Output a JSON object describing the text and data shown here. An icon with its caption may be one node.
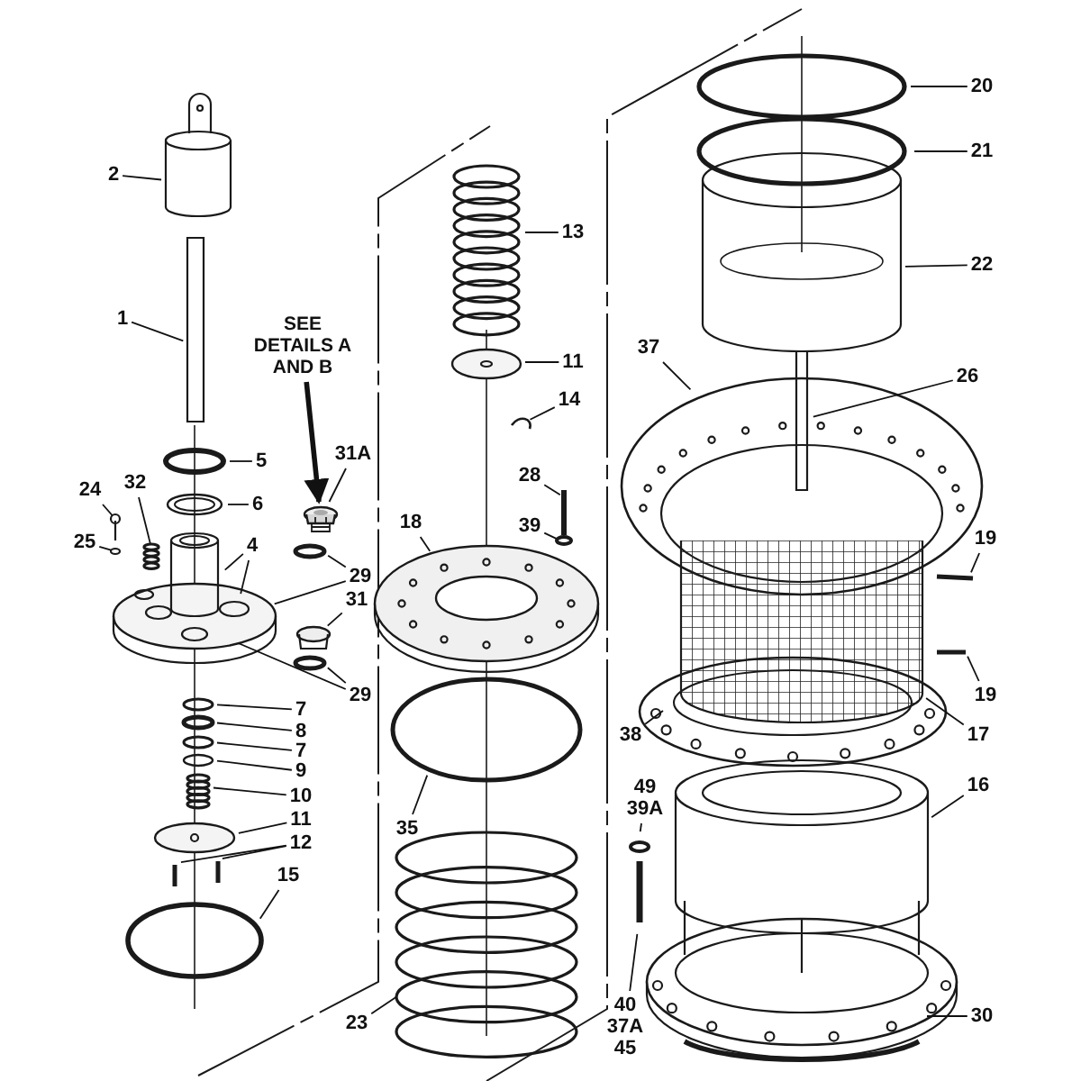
{
  "diagram": {
    "nodes": [
      {
        "text": [
          "20"
        ]
      },
      {
        "text": [
          "21"
        ]
      },
      {
        "text": [
          "2"
        ]
      },
      {
        "text": [
          "13"
        ]
      },
      {
        "text": [
          "22"
        ]
      },
      {
        "text": [
          "1"
        ]
      },
      {
        "text": [
          "SEE DETAILS A AND B"
        ]
      },
      {
        "text": [
          "37"
        ]
      },
      {
        "text": [
          "11"
        ]
      },
      {
        "text": [
          "26"
        ]
      },
      {
        "text": [
          "14"
        ]
      },
      {
        "text": [
          "5"
        ]
      },
      {
        "text": [
          "31A"
        ]
      },
      {
        "text": [
          "28"
        ]
      },
      {
        "text": [
          "24"
        ]
      },
      {
        "text": [
          "32"
        ]
      },
      {
        "text": [
          "6"
        ]
      },
      {
        "text": [
          "18"
        ]
      },
      {
        "text": [
          "39"
        ]
      },
      {
        "text": [
          "19"
        ]
      },
      {
        "text": [
          "25"
        ]
      },
      {
        "text": [
          "4"
        ]
      },
      {
        "text": [
          "29"
        ]
      },
      {
        "text": [
          "31"
        ]
      },
      {
        "text": [
          "29"
        ]
      },
      {
        "text": [
          "19"
        ]
      },
      {
        "text": [
          "7"
        ]
      },
      {
        "text": [
          "8"
        ]
      },
      {
        "text": [
          "38"
        ]
      },
      {
        "text": [
          "17"
        ]
      },
      {
        "text": [
          "7"
        ]
      },
      {
        "text": [
          "9"
        ]
      },
      {
        "text": [
          "16"
        ]
      },
      {
        "text": [
          "49",
          "39A"
        ]
      },
      {
        "text": [
          "10"
        ]
      },
      {
        "text": [
          "11"
        ]
      },
      {
        "text": [
          "35"
        ]
      },
      {
        "text": [
          "12"
        ]
      },
      {
        "text": [
          "15"
        ]
      },
      {
        "text": [
          "40",
          "37A",
          "45"
        ]
      },
      {
        "text": [
          "30"
        ]
      },
      {
        "text": [
          "23"
        ]
      },
      {
        "text": [],
        "shape": "picture"
      }
    ],
    "edges": [
      {
        "from": 0,
        "to": null,
        "arrow": "none"
      },
      {
        "from": 1,
        "to": null,
        "arrow": "none"
      },
      {
        "from": 2,
        "to": null,
        "arrow": "none"
      },
      {
        "from": 3,
        "to": null,
        "arrow": "none"
      },
      {
        "from": 4,
        "to": null,
        "arrow": "none"
      },
      {
        "from": 5,
        "to": null,
        "arrow": "none"
      },
      {
        "from": 6,
        "to": 42,
        "arrow": "to",
        "style": "thick"
      },
      {
        "from": 7,
        "to": null,
        "arrow": "none"
      },
      {
        "from": 8,
        "to": null,
        "arrow": "none"
      },
      {
        "from": 9,
        "to": null,
        "arrow": "none"
      },
      {
        "from": 10,
        "to": null,
        "arrow": "none"
      },
      {
        "from": 11,
        "to": null,
        "arrow": "none"
      },
      {
        "from": 12,
        "to": 42,
        "arrow": "none"
      },
      {
        "from": 13,
        "to": null,
        "arrow": "none"
      },
      {
        "from": 14,
        "to": null,
        "arrow": "none"
      },
      {
        "from": 15,
        "to": null,
        "arrow": "none"
      },
      {
        "from": 16,
        "to": null,
        "arrow": "none"
      },
      {
        "from": 17,
        "to": null,
        "arrow": "none"
      },
      {
        "from": 18,
        "to": null,
        "arrow": "none"
      },
      {
        "from": 19,
        "to": null,
        "arrow": "none"
      },
      {
        "from": 20,
        "to": null,
        "arrow": "none"
      },
      {
        "from": 21,
        "to": null,
        "arrow": "none"
      },
      {
        "from": 21,
        "to": null,
        "arrow": "none"
      },
      {
        "from": 22,
        "to": null,
        "arrow": "none"
      },
      {
        "from": 22,
        "to": null,
        "arrow": "none"
      },
      {
        "from": 23,
        "to": null,
        "arrow": "none"
      },
      {
        "from": 24,
        "to": null,
        "arrow": "none"
      },
      {
        "from": 24,
        "to": null,
        "arrow": "none"
      },
      {
        "from": 25,
        "to": null,
        "arrow": "none"
      },
      {
        "from": 26,
        "to": null,
        "arrow": "none"
      },
      {
        "from": 27,
        "to": null,
        "arrow": "none"
      },
      {
        "from": 28,
        "to": null,
        "arrow": "none"
      },
      {
        "from": 29,
        "to": null,
        "arrow": "none"
      },
      {
        "from": 30,
        "to": null,
        "arrow": "none"
      },
      {
        "from": 31,
        "to": null,
        "arrow": "none"
      },
      {
        "from": 32,
        "to": null,
        "arrow": "none"
      },
      {
        "from": 33,
        "to": null,
        "arrow": "none"
      },
      {
        "from": 34,
        "to": null,
        "arrow": "none"
      },
      {
        "from": 35,
        "to": null,
        "arrow": "none"
      },
      {
        "from": 36,
        "to": null,
        "arrow": "none"
      },
      {
        "from": 37,
        "to": null,
        "arrow": "none"
      },
      {
        "from": 37,
        "to": null,
        "arrow": "none"
      },
      {
        "from": 38,
        "to": null,
        "arrow": "none"
      },
      {
        "from": 39,
        "to": null,
        "arrow": "none"
      },
      {
        "from": 40,
        "to": null,
        "arrow": "none"
      },
      {
        "from": 41,
        "to": null,
        "arrow": "none"
      }
    ]
  }
}
